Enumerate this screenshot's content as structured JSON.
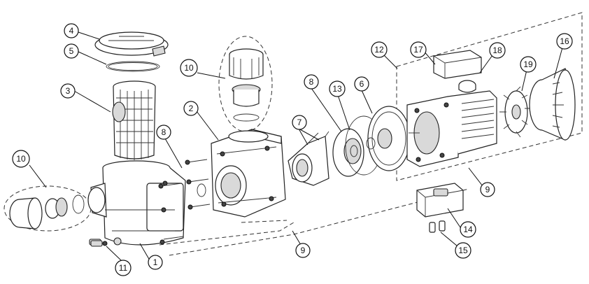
{
  "callouts": {
    "c1": "1",
    "c2": "2",
    "c3": "3",
    "c4": "4",
    "c5": "5",
    "c6": "6",
    "c7": "7",
    "c8a": "8",
    "c8b": "8",
    "c9a": "9",
    "c9b": "9",
    "c10a": "10",
    "c10b": "10",
    "c11": "11",
    "c12": "12",
    "c13": "13",
    "c14": "14",
    "c15": "15",
    "c16": "16",
    "c17": "17",
    "c18": "18",
    "c19": "19"
  }
}
